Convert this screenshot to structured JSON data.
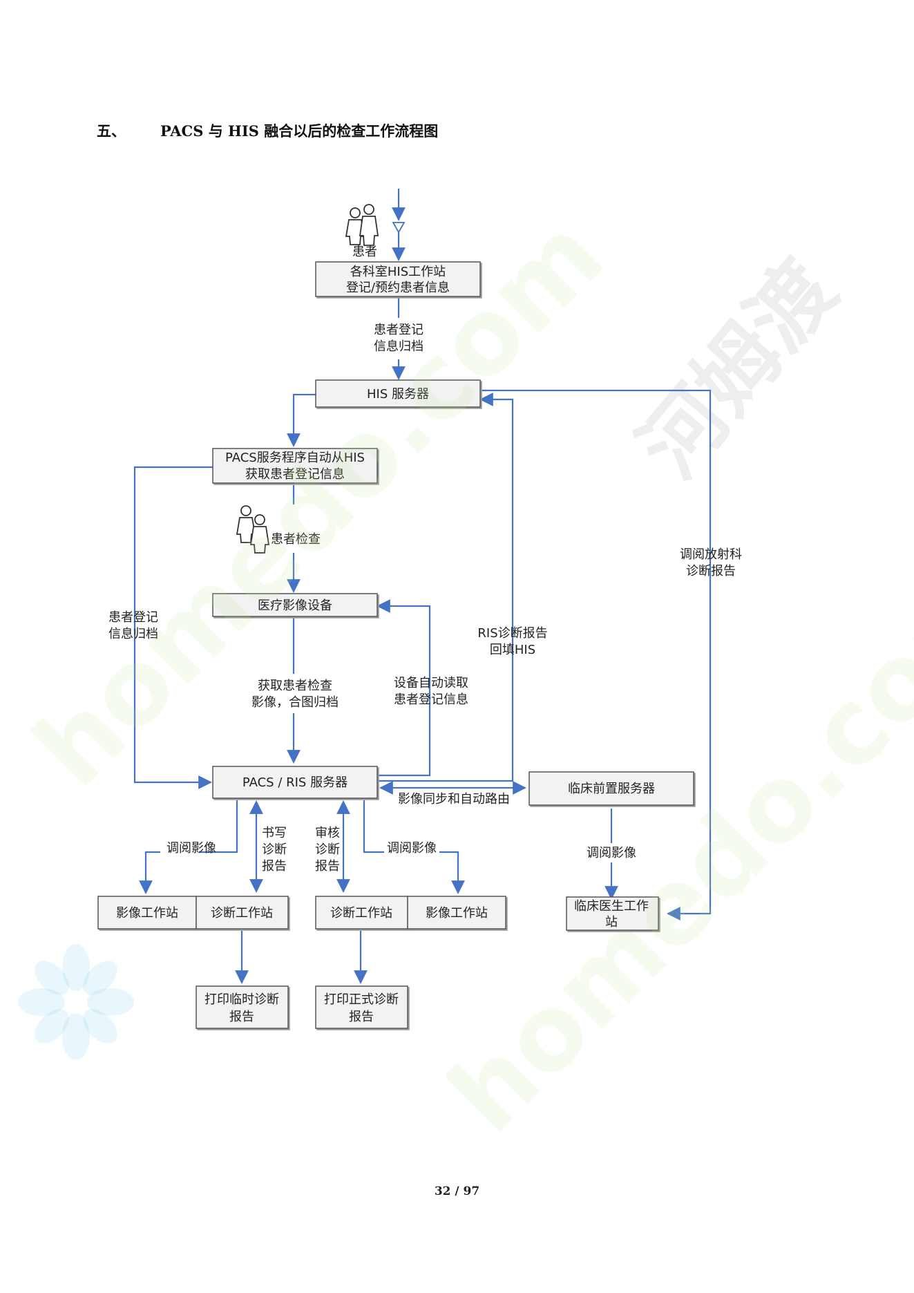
{
  "heading": {
    "number": "五、",
    "title": "PACS 与 HIS 融合以后的检查工作流程图"
  },
  "actors": {
    "patient": "患者",
    "patient_exam": "患者检查"
  },
  "boxes": {
    "his_station_line1": "各科室HIS工作站",
    "his_station_line2": "登记/预约患者信息",
    "his_server": "HIS  服务器",
    "pacs_fetch_line1": "PACS服务程序自动从HIS",
    "pacs_fetch_line2": "获取患者登记信息",
    "imaging_device": "医疗影像设备",
    "pacs_ris_server": "PACS  /  RIS  服务器",
    "clinical_server": "临床前置服务器",
    "image_ws_left": "影像工作站",
    "diag_ws_left": "诊断工作站",
    "diag_ws_right": "诊断工作站",
    "image_ws_right": "影像工作站",
    "clinician_ws_line1": "临床医生工作",
    "clinician_ws_line2": "站",
    "print_temp_line1": "打印临时诊断",
    "print_temp_line2": "报告",
    "print_formal_line1": "打印正式诊断",
    "print_formal_line2": "报告"
  },
  "labels": {
    "archive_top_line1": "患者登记",
    "archive_top_line2": "信息归档",
    "archive_left_line1": "患者登记",
    "archive_left_line2": "信息归档",
    "get_images_line1": "获取患者检查",
    "get_images_line2": "影像，合图归档",
    "device_read_line1": "设备自动读取",
    "device_read_line2": "患者登记信息",
    "ris_report_line1": "RIS诊断报告",
    "ris_report_line2": "回填HIS",
    "view_radiology_line1": "调阅放射科",
    "view_radiology_line2": "诊断报告",
    "image_sync": "影像同步和自动路由",
    "view_images_left": "调阅影像",
    "write_report_line1": "书写",
    "write_report_line2": "诊断",
    "write_report_line3": "报告",
    "review_report_line1": "审核",
    "review_report_line2": "诊断",
    "review_report_line3": "报告",
    "view_images_right": "调阅影像",
    "view_images_clinical": "调阅影像"
  },
  "watermark": {
    "cn": "河姆渡",
    "en": "homedo.com"
  },
  "page_number": "32 / 97",
  "colors": {
    "arrow": "#4472c4",
    "box_fill": "#f2f2f2",
    "box_border": "#555555"
  }
}
